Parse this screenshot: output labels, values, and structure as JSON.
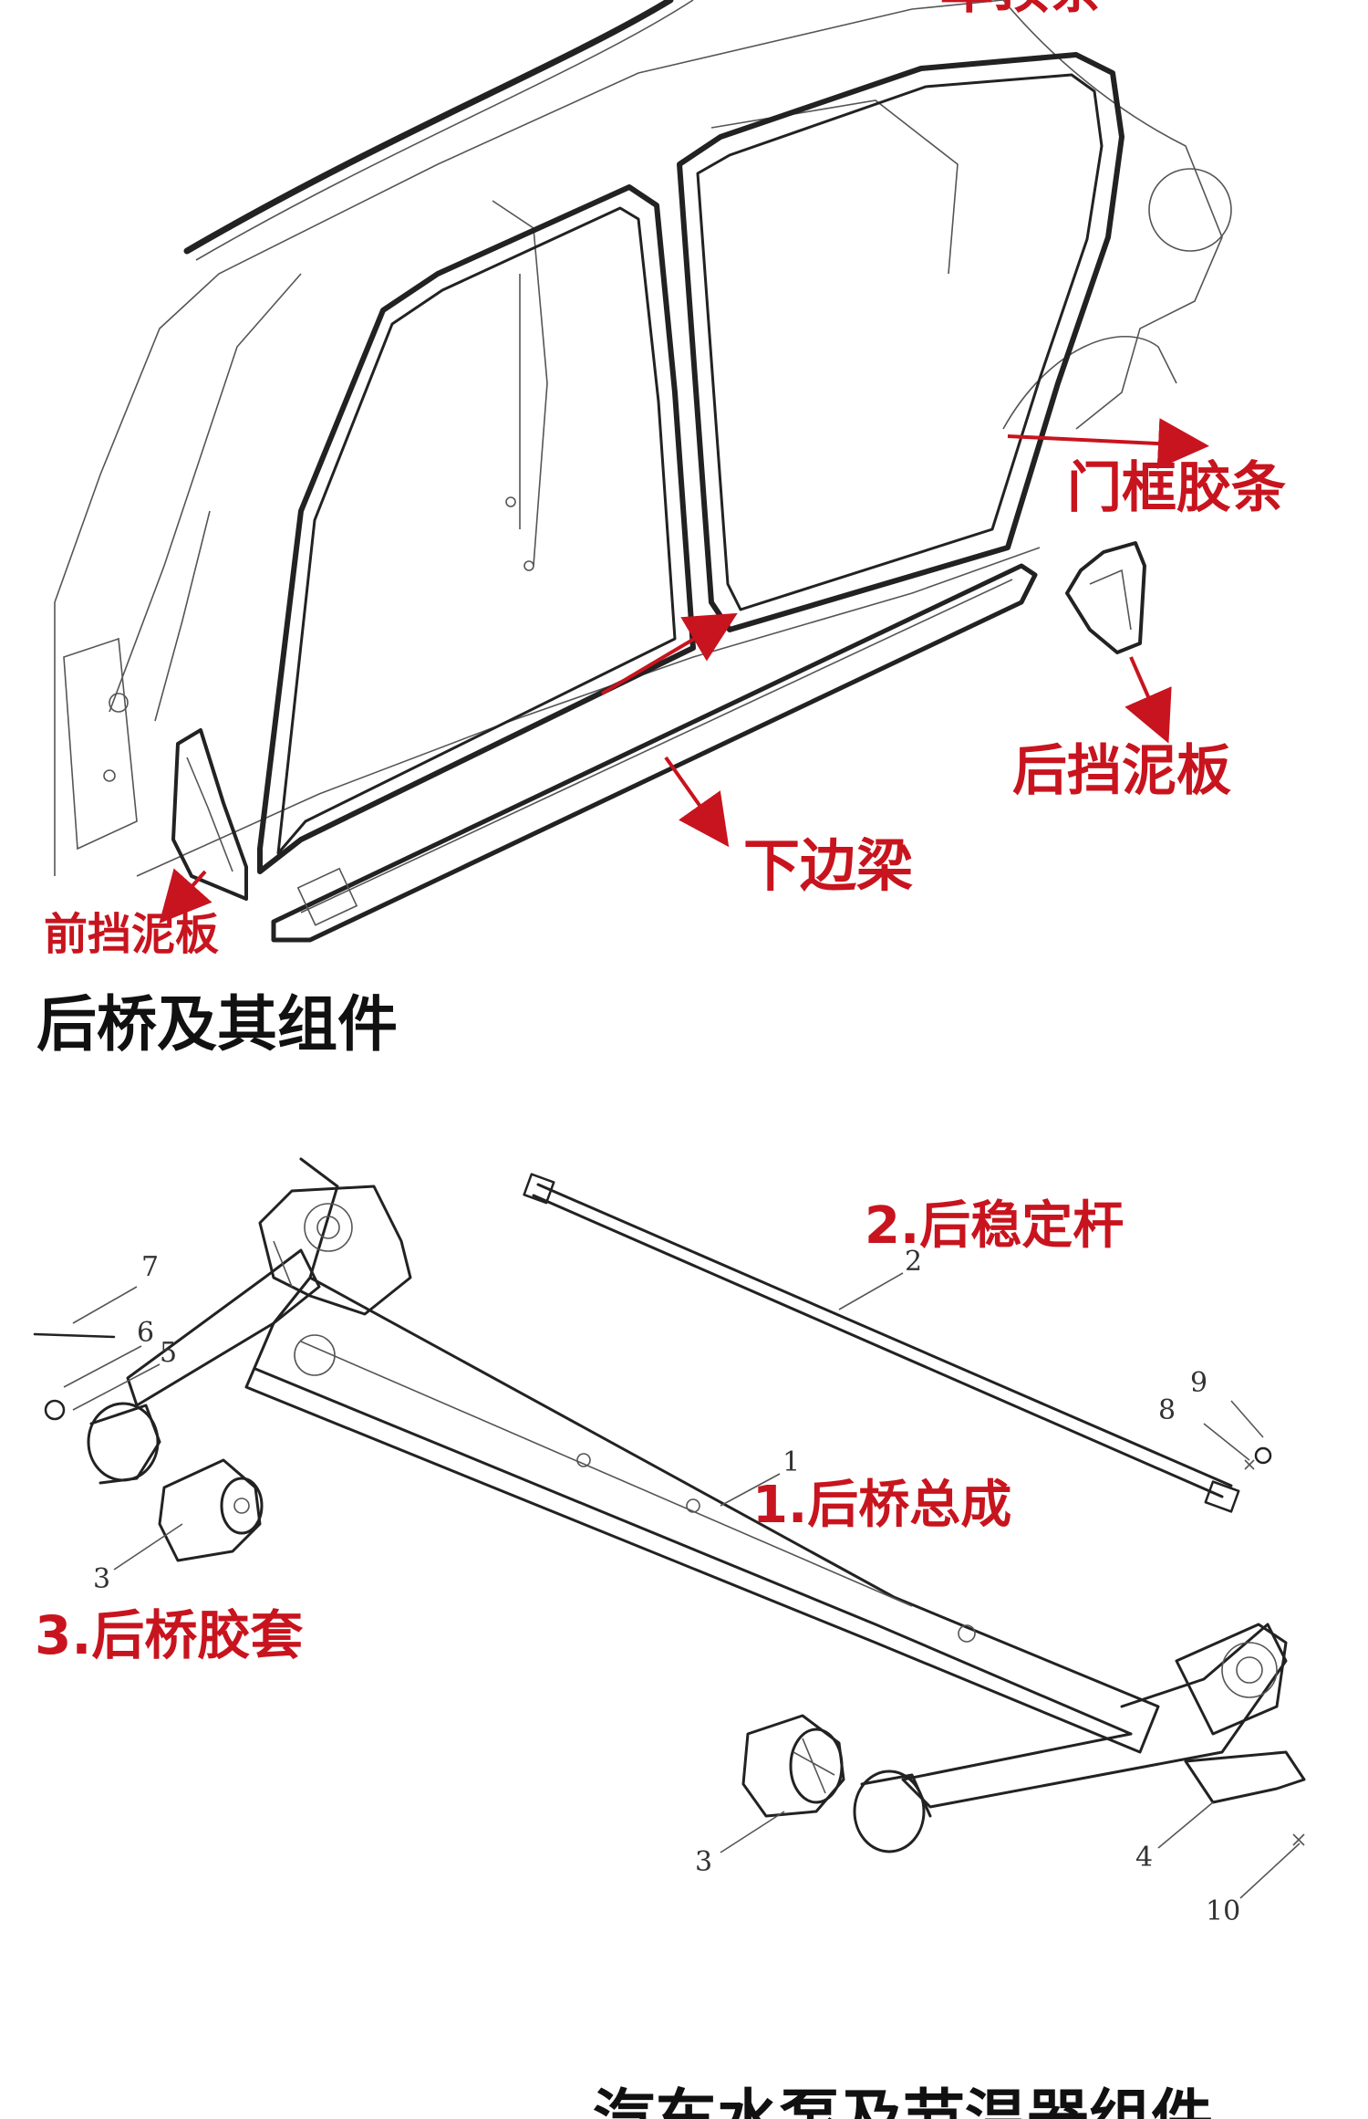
{
  "section1": {
    "labels": {
      "roof_strip_partial": "车顶条",
      "door_frame_seal": "门框胶条",
      "rear_mudguard": "后挡泥板",
      "side_sill": "下边梁",
      "front_mudguard": "前挡泥板"
    }
  },
  "section2": {
    "heading": "后桥及其组件",
    "labels": {
      "rear_stabilizer": "2.后稳定杆",
      "rear_axle_assembly": "1.后桥总成",
      "rear_axle_bushing": "3.后桥胶套"
    },
    "callouts": [
      "7",
      "6",
      "5",
      "2",
      "9",
      "8",
      "1",
      "3",
      "3",
      "4",
      "10"
    ]
  },
  "section3": {
    "heading_partial": "汽车水泵及节温器组件"
  },
  "colors": {
    "label_red": "#c8141e",
    "line_dark": "#222222",
    "heading_black": "#111111"
  }
}
